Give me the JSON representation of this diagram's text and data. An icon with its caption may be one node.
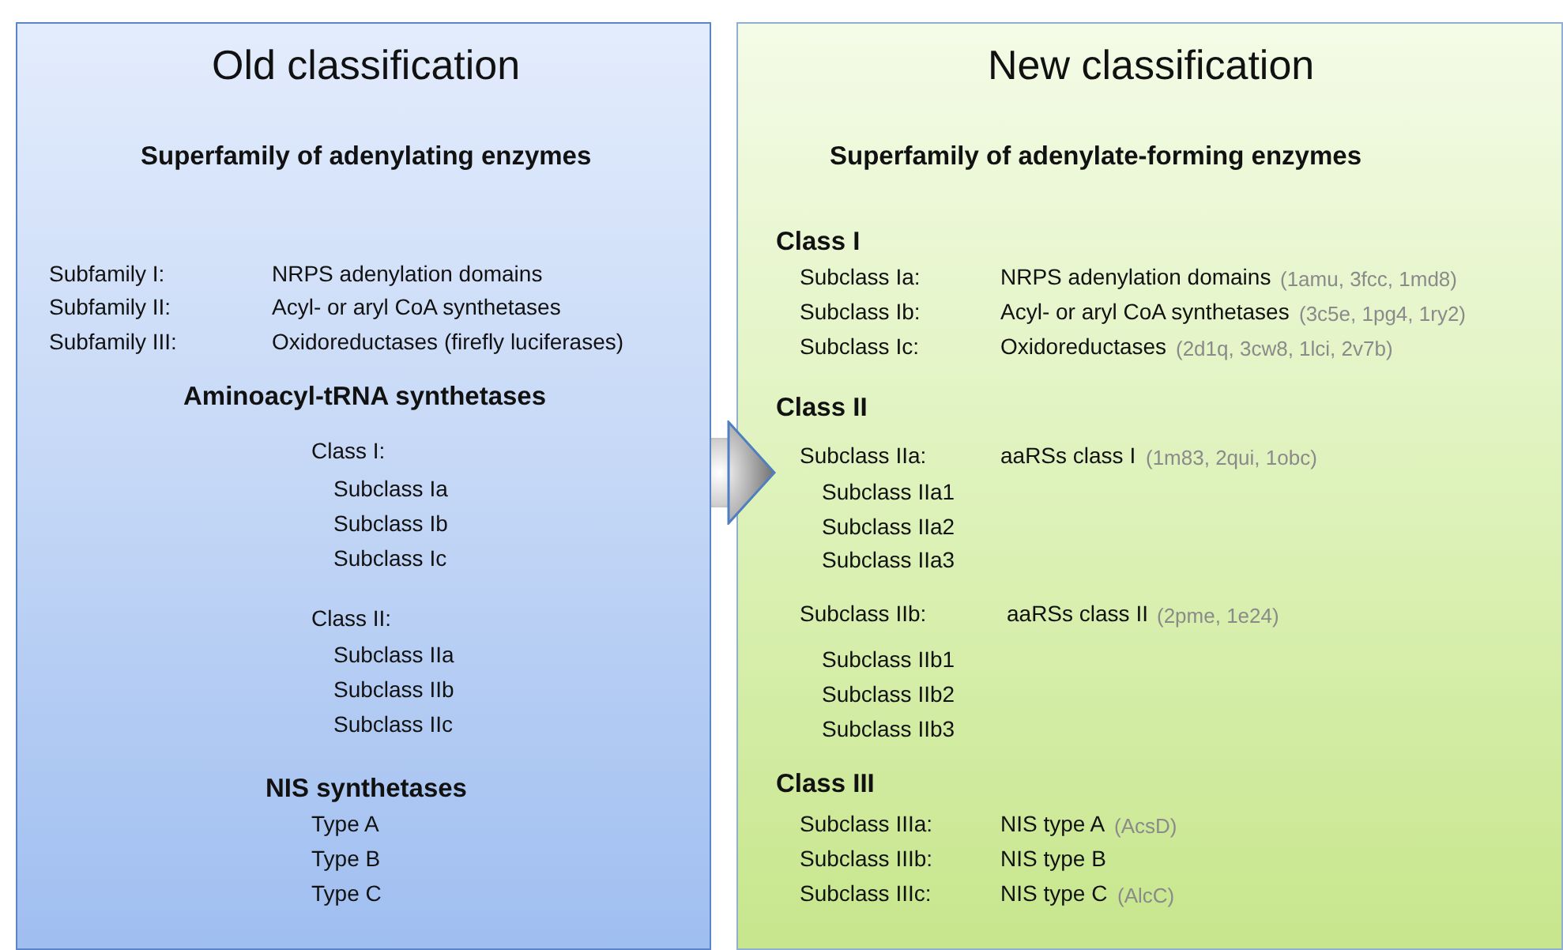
{
  "diagram": {
    "nodes": [
      {
        "text": [
          "Old classification",
          "Superfamily of adenylating enzymes",
          "Subfamily I:",
          "NRPS adenylation domains",
          "Subfamily II:",
          "Acyl- or aryl CoA synthetases",
          "Subfamily III:",
          "Oxidoreductases (firefly luciferases)",
          "Aminoacyl-tRNA synthetases",
          "Class I:",
          "Subclass Ia",
          "Subclass Ib",
          "Subclass Ic",
          "Class II:",
          "Subclass IIa",
          "Subclass IIb",
          "Subclass IIc",
          "NIS synthetases",
          "Type A",
          "Type B",
          "Type C"
        ]
      },
      {
        "text": [
          "New classification",
          "Superfamily of adenylate-forming enzymes",
          "Class I",
          "Subclass Ia:",
          "NRPS adenylation domains",
          "(1amu, 3fcc, 1md8)",
          "Subclass Ib:",
          "Acyl- or aryl CoA synthetases",
          "(3c5e, 1pg4, 1ry2)",
          "Subclass Ic:",
          "Oxidoreductases",
          "(2d1q, 3cw8, 1lci, 2v7b)",
          "Class II",
          "Subclass IIa:",
          "aaRSs class I",
          "(1m83, 2qui, 1obc)",
          "Subclass IIa1",
          "Subclass IIa2",
          "Subclass IIa3",
          "Subclass IIb:",
          "aaRSs class II",
          "(2pme, 1e24)",
          "Subclass IIb1",
          "Subclass IIb2",
          "Subclass IIb3",
          "Class III",
          "Subclass IIIa:",
          "NIS type A",
          "(AcsD)",
          "Subclass IIIb:",
          "NIS type B",
          "Subclass IIIc:",
          "NIS type C",
          "(AlcC)"
        ]
      }
    ],
    "edges": [
      {
        "from": 0,
        "to": 1,
        "arrow": "to"
      }
    ]
  }
}
